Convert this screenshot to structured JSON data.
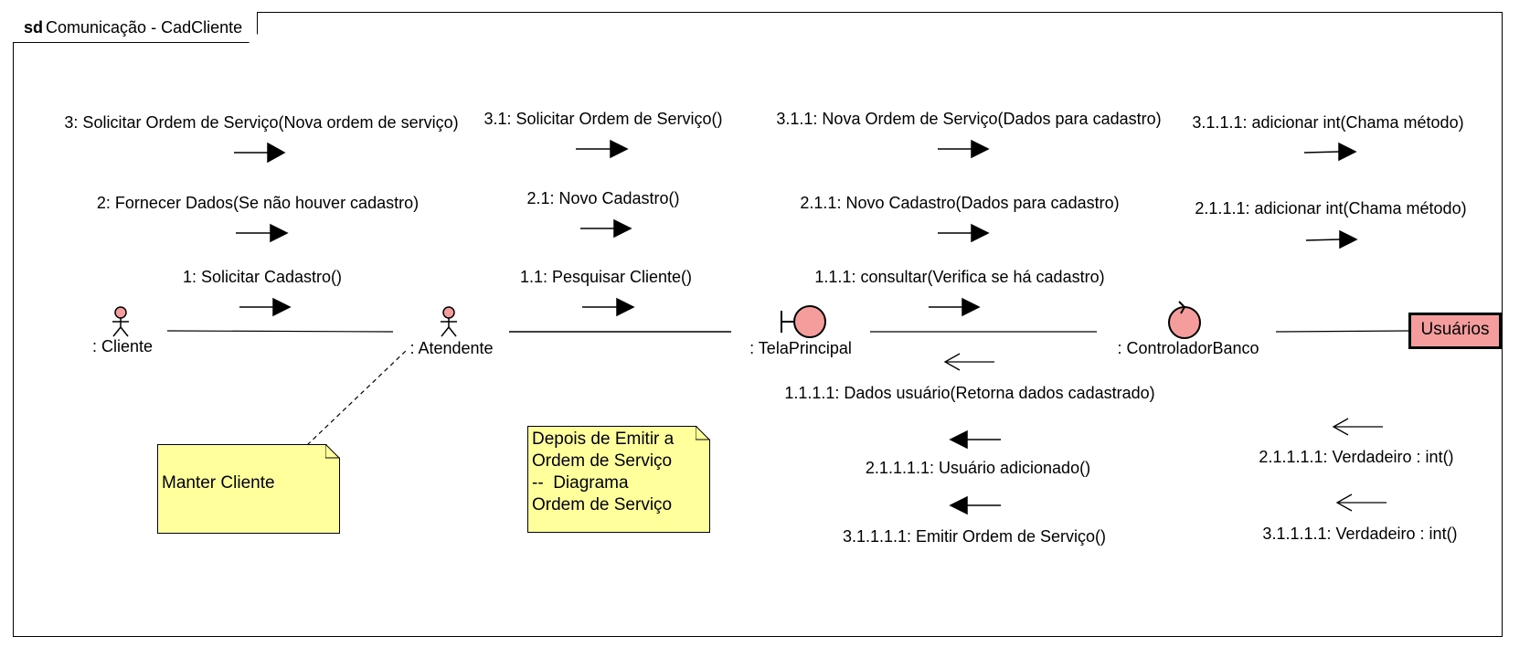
{
  "frame": {
    "kind": "sd",
    "title": "Comunicação - CadCliente"
  },
  "lifelines": {
    "cliente": ": Cliente",
    "atendente": ": Atendente",
    "tela": ": TelaPrincipal",
    "controlador": ": ControladorBanco",
    "usuarios": "Usuários"
  },
  "messages": {
    "m3": "3: Solicitar Ordem de Serviço(Nova ordem de serviço)",
    "m2": "2: Fornecer Dados(Se não houver cadastro)",
    "m1": "1: Solicitar Cadastro()",
    "m31": "3.1: Solicitar Ordem de Serviço()",
    "m21": "2.1: Novo Cadastro()",
    "m11": "1.1: Pesquisar Cliente()",
    "m311": "3.1.1: Nova Ordem de Serviço(Dados para cadastro)",
    "m211": "2.1.1: Novo Cadastro(Dados para cadastro)",
    "m111": "1.1.1: consultar(Verifica se há cadastro)",
    "m1111": "1.1.1.1: Dados usuário(Retorna dados cadastrado)",
    "m21111": "2.1.1.1.1: Usuário adicionado()",
    "m31111": "3.1.1.1.1: Emitir Ordem de Serviço()",
    "m3111": "3.1.1.1: adicionar  int(Chama método)",
    "m2111": "2.1.1.1: adicionar  int(Chama método)",
    "m2111v": "2.1.1.1.1: Verdadeiro : int()",
    "m3111v": "3.1.1.1.1: Verdadeiro : int()"
  },
  "notes": {
    "manter": "Manter Cliente",
    "depois_lines": [
      "Depois de Emitir a",
      "Ordem de Serviço",
      "--  Diagrama",
      "Ordem de Serviço"
    ]
  },
  "colors": {
    "lifeline_fill": "#f59c9c",
    "note_fill": "#ffff9c",
    "line": "#000000"
  }
}
